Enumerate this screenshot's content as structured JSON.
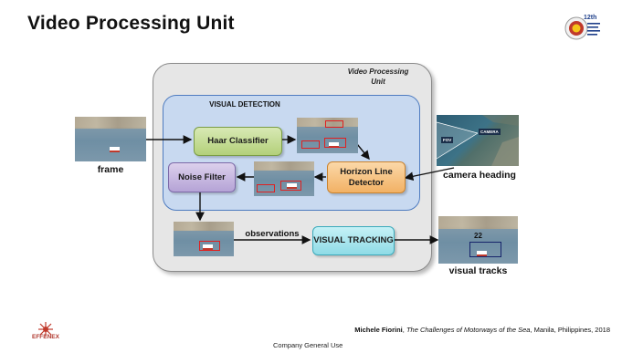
{
  "slide": {
    "title": "Video Processing Unit"
  },
  "diagram": {
    "container_label": "Video Processing Unit",
    "detection_label": "VISUAL DETECTION",
    "nodes": {
      "haar": "Haar Classifier",
      "horizon": "Horizon Line Detector",
      "noise": "Noise Filter",
      "tracking": "VISUAL TRACKING"
    },
    "inputs": {
      "frame": "frame",
      "camera_heading": "camera heading"
    },
    "edge_labels": {
      "observations": "observations"
    },
    "outputs": {
      "visual_tracks": "visual tracks",
      "track_id": "22"
    },
    "map_tags": {
      "fov": "FOV",
      "camera": "CAMERA"
    }
  },
  "footer": {
    "author": "Michele Fiorini",
    "title": "The Challenges of Motorways of the Sea",
    "location": ", Manila, Philippines, 2018",
    "classification": "Company General Use",
    "logo_text": "EFFENEX"
  },
  "colors": {
    "container": "#e6e6e6",
    "detection": "#c8d9f0",
    "haar": "#b3d07a",
    "horizon": "#f2b165",
    "noise": "#b5a3d6",
    "tracking": "#8fdbe6",
    "detection_box": "#e02020",
    "track_box": "#16236b"
  }
}
